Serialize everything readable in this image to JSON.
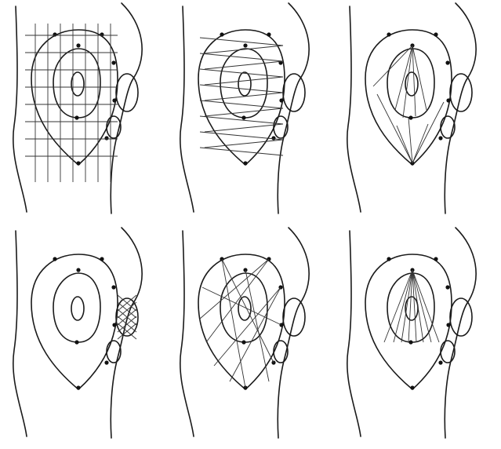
{
  "figure": {
    "description_visible_text": "",
    "panels": [
      {
        "id": "a",
        "pattern": "grid"
      },
      {
        "id": "b",
        "pattern": "zigzag"
      },
      {
        "id": "c",
        "pattern": "fan-from-top-and-bottom"
      },
      {
        "id": "d",
        "pattern": "crosshatch-on-lymph-node"
      },
      {
        "id": "e",
        "pattern": "crossing-diagonals"
      },
      {
        "id": "f",
        "pattern": "radial-from-top"
      }
    ],
    "line_color": "#1a1a1a",
    "background_color": "#ffffff"
  }
}
